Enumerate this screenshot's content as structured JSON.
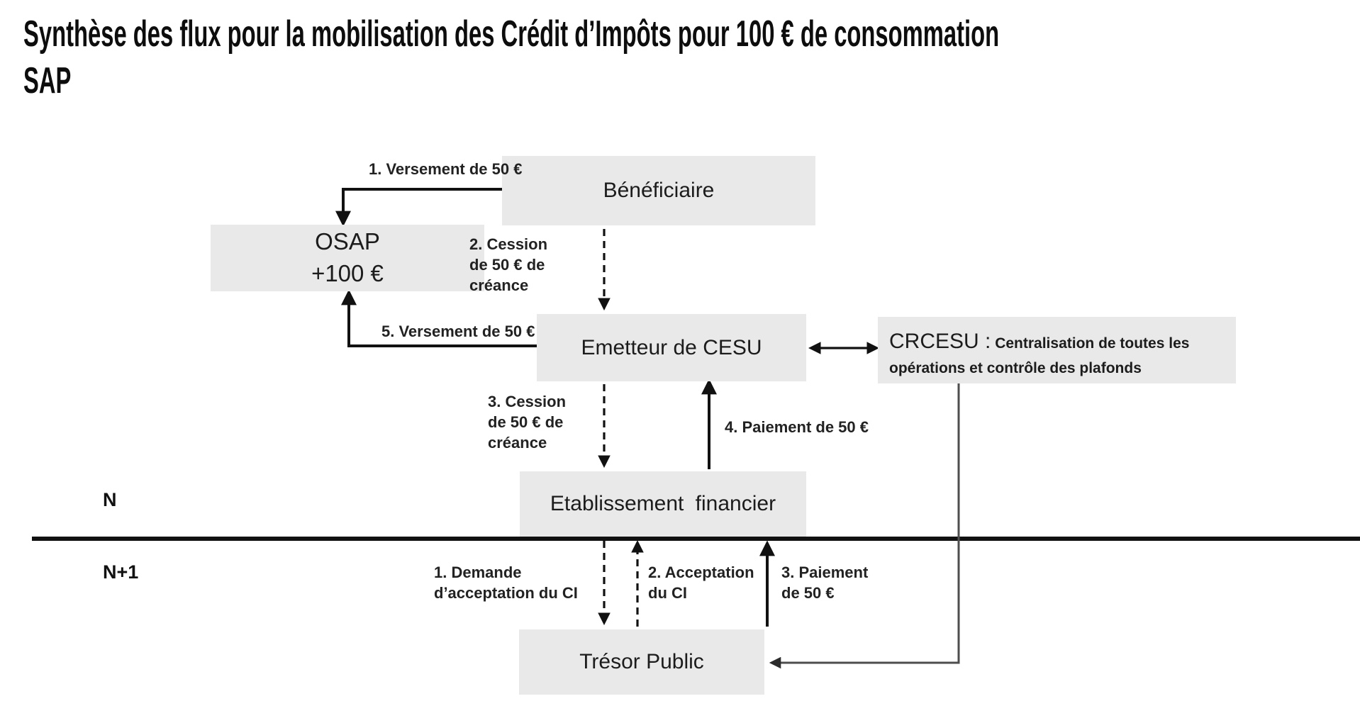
{
  "title": {
    "line1": "Synthèse des flux pour la mobilisation des Crédit d’Impôts pour 100 € de consommation",
    "line2": "SAP"
  },
  "timeline": {
    "upper": "N",
    "lower": "N+1"
  },
  "nodes": {
    "beneficiaire": {
      "label": "Bénéficiaire"
    },
    "osap": {
      "label": "OSAP",
      "amount": "+100 €"
    },
    "emetteur": {
      "label": "Emetteur de CESU"
    },
    "crcesu": {
      "name": "CRCESU :",
      "desc": "Centralisation de toutes les opérations et contrôle des plafonds"
    },
    "etablissement": {
      "label": "Etablissement financier"
    },
    "tresor": {
      "label": "Trésor Public"
    }
  },
  "flows": {
    "versement1": "1. Versement de 50 €",
    "cession2": "2. Cession\nde 50 € de\ncréance",
    "versement5": "5. Versement de 50 €",
    "cession3": "3. Cession\nde 50 € de\ncréance",
    "paiement4": "4. Paiement de 50 €",
    "demande1": "1. Demande\nd’acceptation du CI",
    "acceptation2": "2. Acceptation\ndu CI",
    "paiement3": "3. Paiement\nde 50 €"
  },
  "colors": {
    "box_fill": "#e9e9e9",
    "arrow": "#111111",
    "connector": "#4d4d4d",
    "text": "#141414"
  }
}
